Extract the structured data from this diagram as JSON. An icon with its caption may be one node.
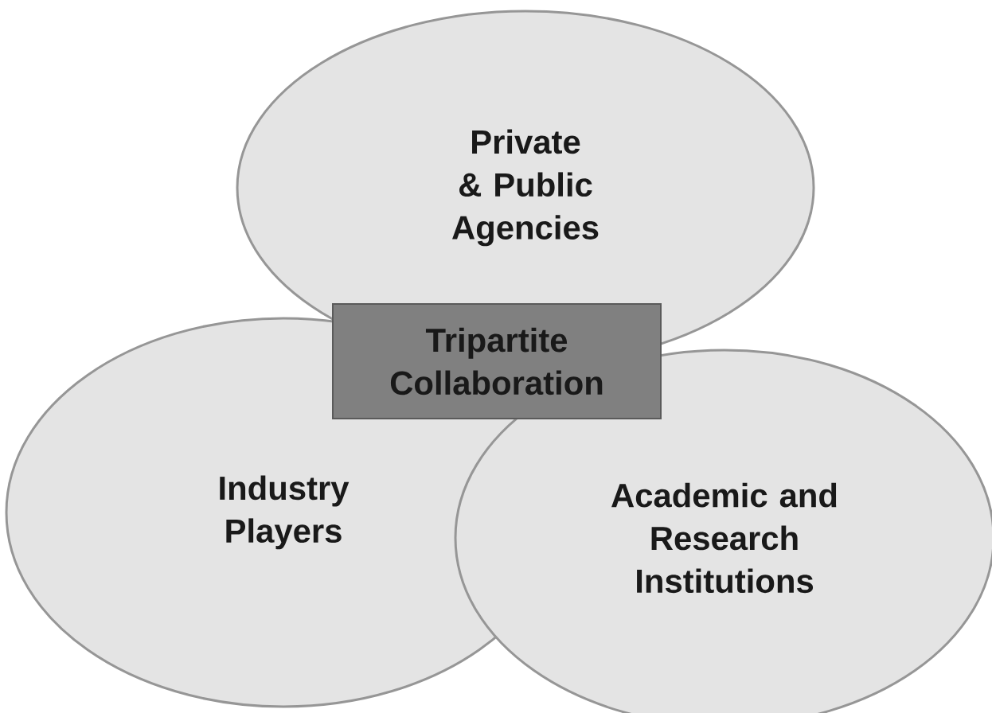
{
  "diagram": {
    "nodes": [
      {
        "text": [
          "Private & Public Agencies"
        ]
      },
      {
        "text": [
          "Tripartite Collaboration"
        ]
      },
      {
        "text": [
          "Industry Players"
        ]
      },
      {
        "text": [
          "Academic and Research Institutions"
        ]
      }
    ]
  }
}
